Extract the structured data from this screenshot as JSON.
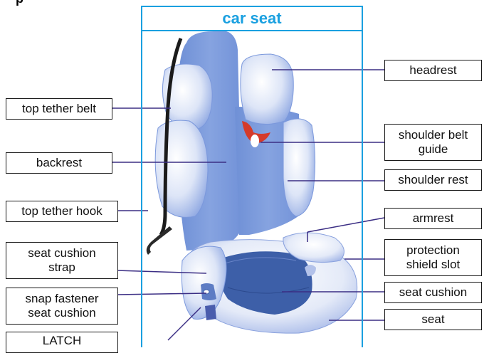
{
  "header": {
    "fragment": "p"
  },
  "title": "car seat",
  "labels": {
    "headrest": "headrest",
    "top_tether_belt": "top tether belt",
    "shoulder_belt_guide_1": "shoulder belt",
    "shoulder_belt_guide_2": "guide",
    "backrest": "backrest",
    "shoulder_rest": "shoulder rest",
    "top_tether_hook": "top tether hook",
    "armrest": "armrest",
    "seat_cushion_strap_1": "seat cushion",
    "seat_cushion_strap_2": "strap",
    "protection_shield_slot_1": "protection",
    "protection_shield_slot_2": "shield slot",
    "snap_fastener_1": "snap fastener",
    "snap_fastener_2": "seat cushion",
    "seat_cushion": "seat cushion",
    "seat": "seat",
    "latch": "LATCH"
  },
  "colors": {
    "frame": "#1aa0e0",
    "title_text": "#1aa0e0",
    "seat_blue": "#7f9fde",
    "seat_light": "#dfe6f7",
    "belt_red": "#d53a2a",
    "strap_black": "#1b1b1b",
    "leader_line": "#3b2e84"
  }
}
